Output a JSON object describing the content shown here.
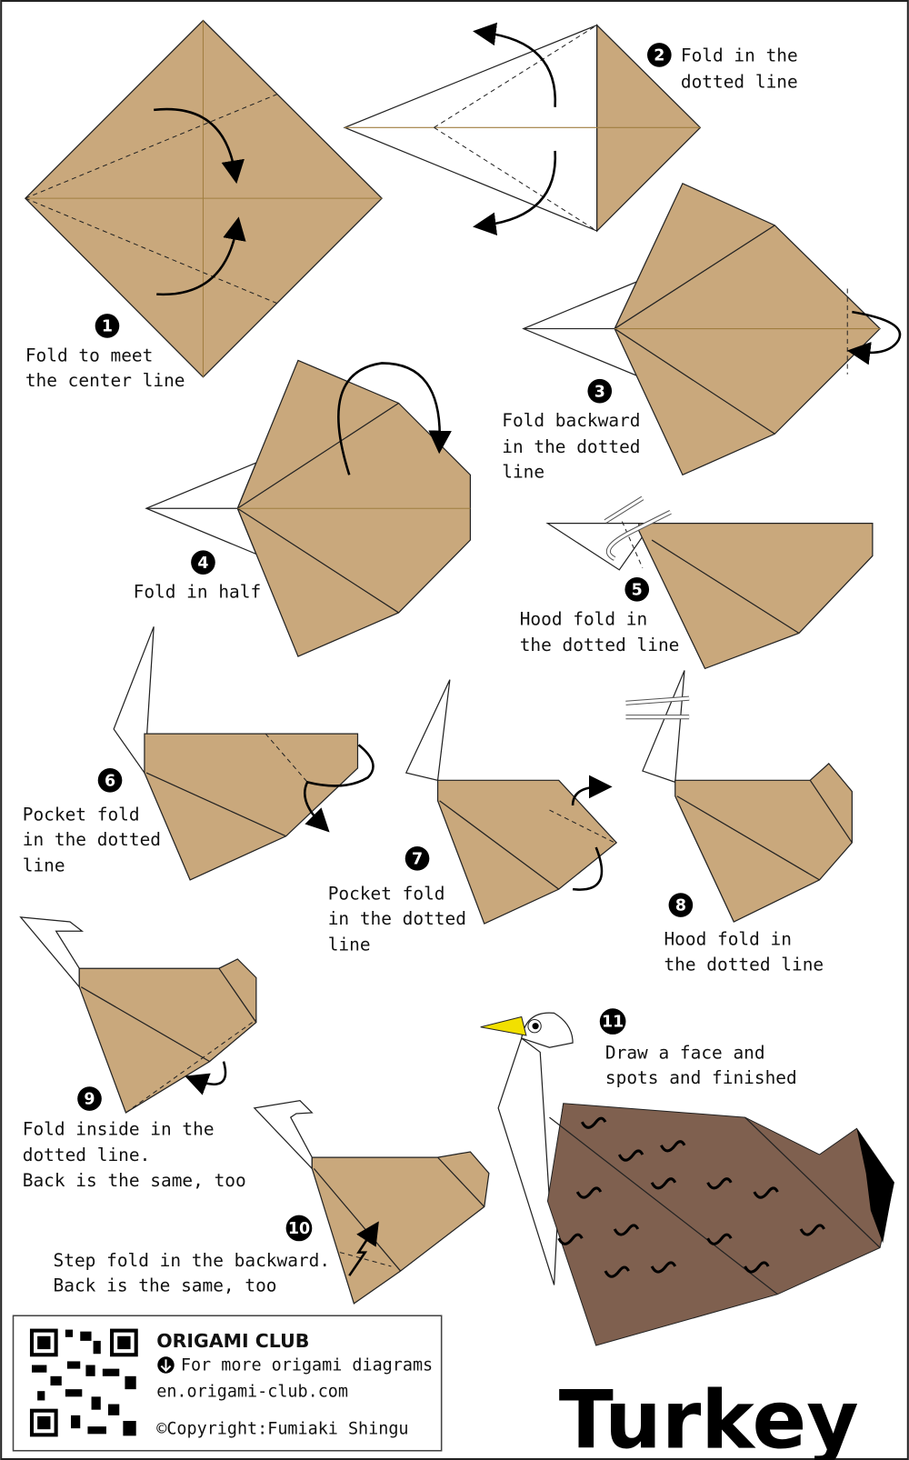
{
  "colors": {
    "paper": "#c9a87c",
    "finished": "#7f604f",
    "beak": "#f2e000",
    "tail_tip": "#000000"
  },
  "steps": [
    {
      "number": "1",
      "lines": [
        "Fold to meet",
        "the center line"
      ]
    },
    {
      "number": "2",
      "lines": [
        "Fold in the",
        "dotted line"
      ]
    },
    {
      "number": "3",
      "lines": [
        "Fold backward",
        "in the dotted",
        "line"
      ]
    },
    {
      "number": "4",
      "lines": [
        "Fold in half"
      ]
    },
    {
      "number": "5",
      "lines": [
        "Hood fold in",
        "the dotted line"
      ]
    },
    {
      "number": "6",
      "lines": [
        "Pocket fold",
        "in the dotted",
        "line"
      ]
    },
    {
      "number": "7",
      "lines": [
        "Pocket fold",
        "in the dotted",
        "line"
      ]
    },
    {
      "number": "8",
      "lines": [
        "Hood fold in",
        "the dotted line"
      ]
    },
    {
      "number": "9",
      "lines": [
        "Fold inside in the",
        "dotted line.",
        "Back is the same, too"
      ]
    },
    {
      "number": "10",
      "lines": [
        "Step fold in the backward.",
        "Back is the same, too"
      ]
    },
    {
      "number": "11",
      "lines": [
        "Draw a face and",
        "spots and finished"
      ]
    }
  ],
  "footer": {
    "brand": "ORIGAMI CLUB",
    "more": "For more origami diagrams",
    "url": "en.origami-club.com",
    "copyright": "©Copyright:Fumiaki Shingu"
  },
  "title": "Turkey"
}
